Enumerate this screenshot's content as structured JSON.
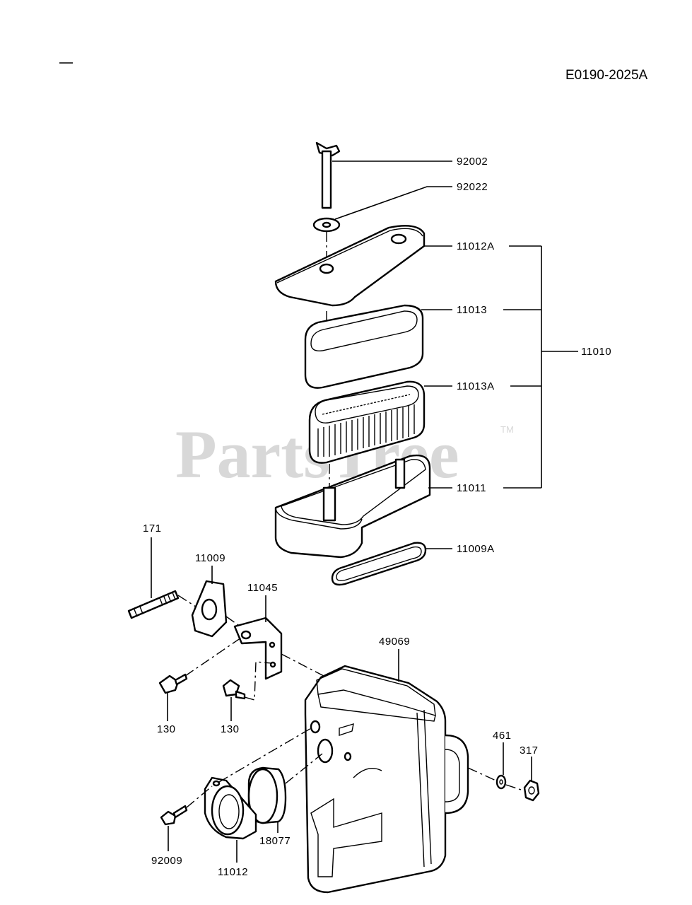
{
  "diagram_code": "E0190-2025A",
  "watermark": {
    "text": "PartsTree",
    "trademark": "TM"
  },
  "callouts": {
    "p92002": "92002",
    "p92022": "92022",
    "p11012A": "11012A",
    "p11013": "11013",
    "p11010": "11010",
    "p11013A": "11013A",
    "p11011": "11011",
    "p11009A": "11009A",
    "p171": "171",
    "p11009": "11009",
    "p11045": "11045",
    "p49069": "49069",
    "p130a": "130",
    "p130b": "130",
    "p461": "461",
    "p317": "317",
    "p92009": "92009",
    "p11012": "11012",
    "p18077": "18077"
  }
}
